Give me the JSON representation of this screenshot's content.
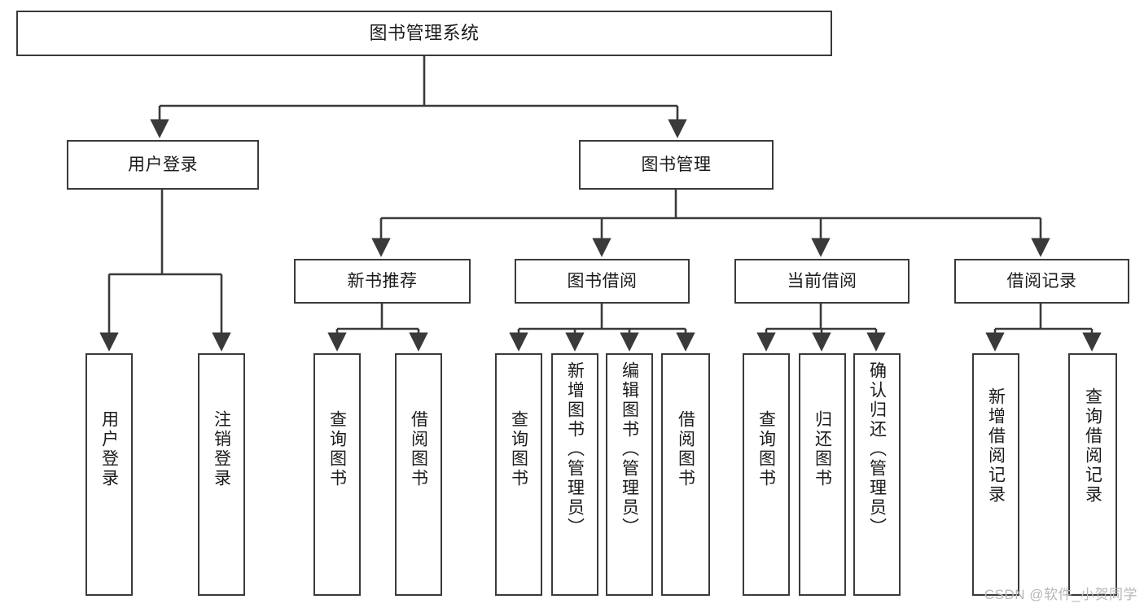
{
  "diagram": {
    "title": "图书管理系统",
    "watermark": "CSDN @软件_小贺同学",
    "line_color": "#3a3a3a",
    "box_fill": "#ffffff",
    "text_color": "#1b1b1b",
    "watermark_color": "#b7b7b7"
  },
  "nodes": {
    "root": {
      "label": "图书管理系统"
    },
    "level2": [
      {
        "label": "用户登录"
      },
      {
        "label": "图书管理"
      }
    ],
    "level3": [
      {
        "label": "新书推荐"
      },
      {
        "label": "图书借阅"
      },
      {
        "label": "当前借阅"
      },
      {
        "label": "借阅记录"
      }
    ],
    "leaves": {
      "user_login": [
        {
          "label": "用户登录"
        },
        {
          "label": "注销登录"
        }
      ],
      "new_book_recommend": [
        {
          "label": "查询图书"
        },
        {
          "label": "借阅图书"
        }
      ],
      "book_borrow": [
        {
          "label": "查询图书"
        },
        {
          "label": "新增图书（管理员）"
        },
        {
          "label": "编辑图书（管理员）"
        },
        {
          "label": "借阅图书"
        }
      ],
      "current_borrow": [
        {
          "label": "查询图书"
        },
        {
          "label": "归还图书"
        },
        {
          "label": "确认归还（管理员）"
        }
      ],
      "borrow_record": [
        {
          "label": "新增借阅记录"
        },
        {
          "label": "查询借阅记录"
        }
      ]
    }
  }
}
